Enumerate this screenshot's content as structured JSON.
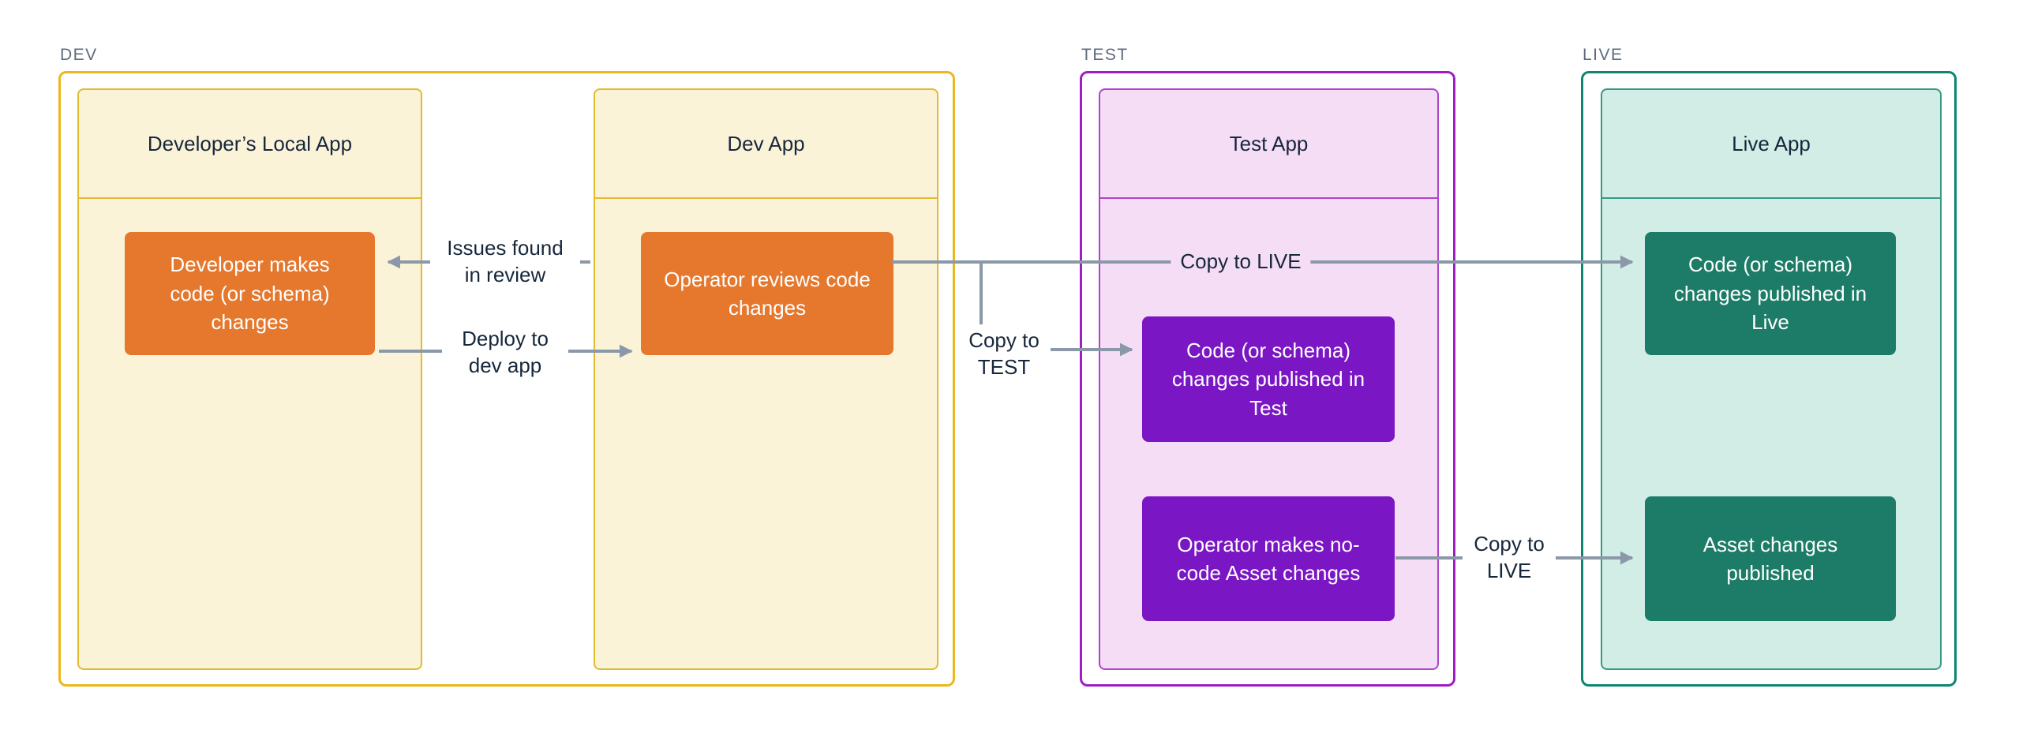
{
  "zones": {
    "dev": {
      "label": "DEV",
      "apps": [
        {
          "title": "Developer’s Local App",
          "nodes": [
            {
              "id": "developer-makes-changes",
              "label": "Developer makes code (or schema) changes"
            }
          ]
        },
        {
          "title": "Dev App",
          "nodes": [
            {
              "id": "operator-reviews",
              "label": "Operator reviews code changes"
            }
          ]
        }
      ]
    },
    "test": {
      "label": "TEST",
      "apps": [
        {
          "title": "Test App",
          "nodes": [
            {
              "id": "published-test",
              "label": "Code (or schema) changes published in Test"
            },
            {
              "id": "operator-asset-changes",
              "label": "Operator makes no-code Asset changes"
            }
          ]
        }
      ]
    },
    "live": {
      "label": "LIVE",
      "apps": [
        {
          "title": "Live App",
          "nodes": [
            {
              "id": "published-live",
              "label": "Code (or schema) changes published in Live"
            },
            {
              "id": "asset-published",
              "label": "Asset changes published"
            }
          ]
        }
      ]
    }
  },
  "arrows": {
    "issues_found": {
      "label": "Issues found in review",
      "from": "operator-reviews",
      "to": "developer-makes-changes",
      "direction": "left"
    },
    "deploy_to_dev": {
      "label": "Deploy to dev app",
      "from": "developer-makes-changes",
      "to": "operator-reviews",
      "direction": "right"
    },
    "copy_to_test": {
      "label": "Copy to TEST",
      "from": "operator-reviews",
      "to": "published-test",
      "direction": "right"
    },
    "copy_to_live_top": {
      "label": "Copy to LIVE",
      "from": "operator-reviews",
      "to": "published-live",
      "direction": "right"
    },
    "copy_to_live_bottom": {
      "label": "Copy to LIVE",
      "from": "operator-asset-changes",
      "to": "asset-published",
      "direction": "right"
    }
  },
  "colors": {
    "bg": "#FFFFFF",
    "arrow": "#8A98A8",
    "text_dark": "#17273C",
    "zone_label": "#5E6B7B",
    "dev_border": "#EDB71C",
    "dev_container_border": "#E2BB2E",
    "dev_fill": "#FBF3D8",
    "orange_node": "#E5782D",
    "test_border": "#9E1EC4",
    "test_container_border": "#AC44CC",
    "test_fill": "#F5DDF6",
    "purple_node": "#7A16C4",
    "live_border": "#0D8573",
    "live_container_border": "#359A84",
    "live_fill": "#D2EDE6",
    "teal_node": "#1D7C67"
  }
}
